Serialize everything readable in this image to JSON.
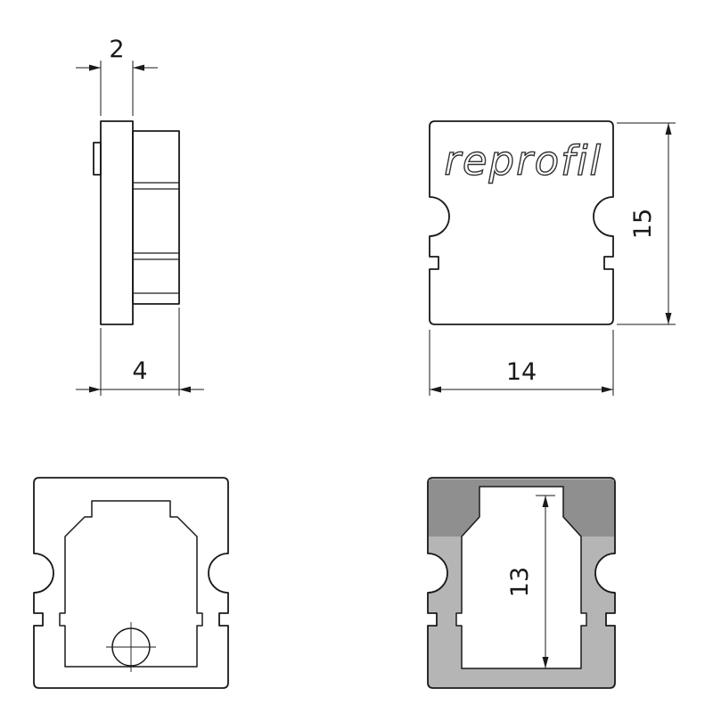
{
  "drawing": {
    "logo_text": "reprofil",
    "line_color": "#1a1a1a",
    "material_fill": "#b5b5b5",
    "material_dark_fill": "#8f8f8f",
    "views": {
      "side_view": {
        "width_top": "2",
        "width_total": "4"
      },
      "front_view": {
        "height": "15",
        "width": "14"
      },
      "section_view": {
        "inner_height": "13"
      }
    }
  }
}
